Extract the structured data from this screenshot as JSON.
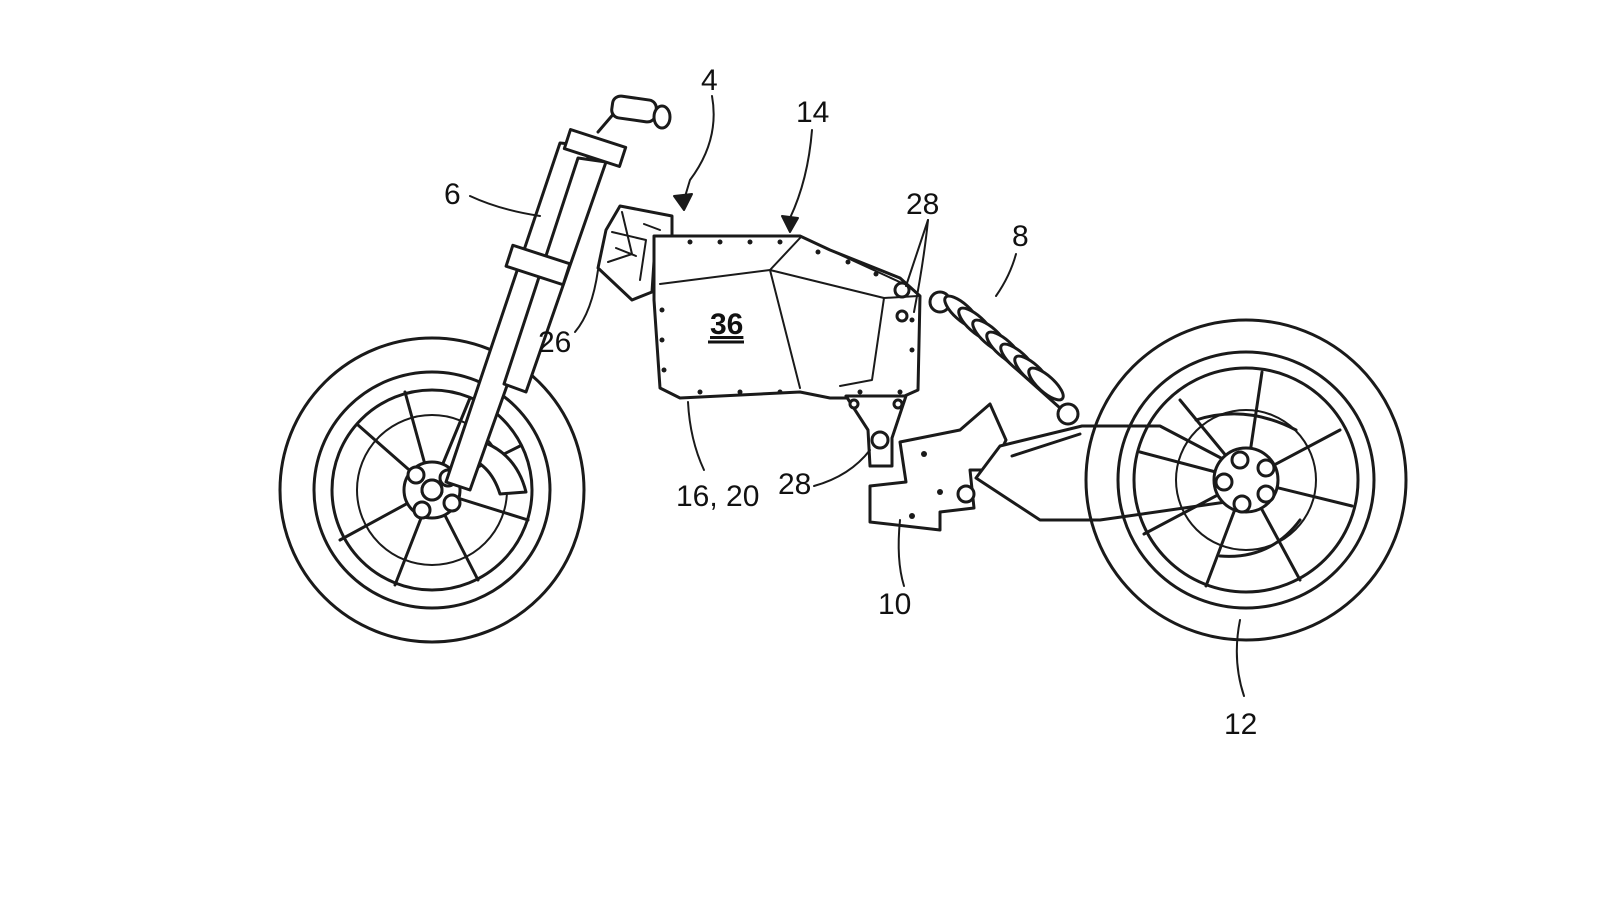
{
  "figure": {
    "labels": {
      "frame": "4",
      "front_fork": "6",
      "shock_absorber": "8",
      "swingarm_bracket": "10",
      "rear_wheel": "12",
      "battery_housing": "14",
      "housing_bottom": "16, 20",
      "headstock_bracket": "26",
      "mount_upper": "28",
      "mount_lower": "28",
      "battery_side": "36"
    }
  }
}
